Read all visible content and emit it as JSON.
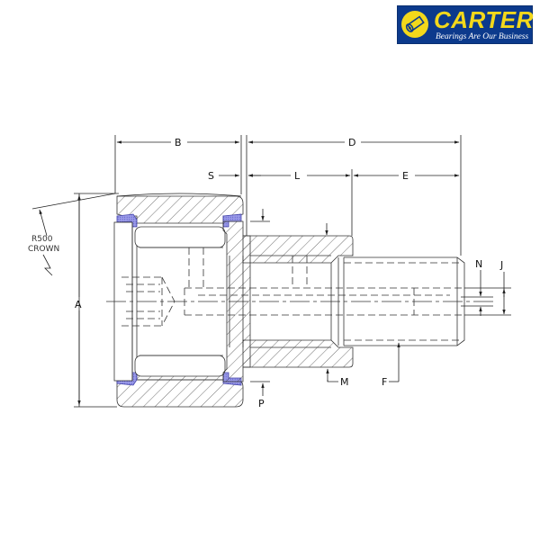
{
  "logo": {
    "brand": "CARTER",
    "tagline": "Bearings Are Our Business",
    "background_color": "#0c3a8c",
    "accent_color": "#f3d81b"
  },
  "drawing": {
    "subject": "Cam follower bearing cross-section",
    "seal_color": "#6a6ad8",
    "crown_note": {
      "line1": "R500",
      "line2": "CROWN"
    },
    "dimensions": {
      "A": "A",
      "B": "B",
      "D": "D",
      "S": "S",
      "L": "L",
      "E": "E",
      "N": "N",
      "J": "J",
      "M": "M",
      "F": "F",
      "P": "P"
    }
  }
}
